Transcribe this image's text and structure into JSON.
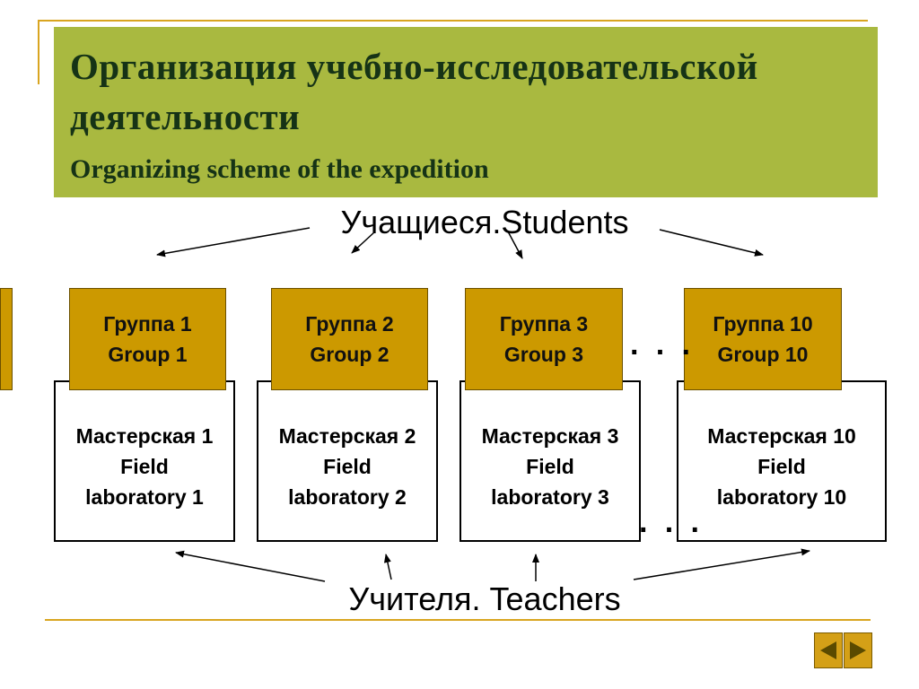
{
  "title": {
    "main": "Организация учебно-исследовательской деятельности",
    "subtitle": "Organizing scheme of the expedition"
  },
  "students_label": "Учащиеся.Students",
  "teachers_label": "Учителя. Teachers",
  "groups": [
    {
      "line1": "Группа 1",
      "line2": "Group 1",
      "lab1": "Мастерская 1",
      "lab2": "Field",
      "lab3": "laboratory 1"
    },
    {
      "line1": "Группа 2",
      "line2": "Group 2",
      "lab1": "Мастерская 2",
      "lab2": "Field",
      "lab3": "laboratory 2"
    },
    {
      "line1": "Группа 3",
      "line2": "Group 3",
      "lab1": "Мастерская 3",
      "lab2": "Field",
      "lab3": "laboratory 3"
    },
    {
      "line1": "Группа 10",
      "line2": "Group 10",
      "lab1": "Мастерская 10",
      "lab2": "Field",
      "lab3": "laboratory 10"
    }
  ],
  "ellipsis": "· · ·",
  "colors": {
    "title_band": "#a9b940",
    "title_text": "#163316",
    "group_fill": "#cc9900",
    "accent_line": "#d9a520"
  },
  "nav": {
    "prev_icon": "triangle-left-icon",
    "next_icon": "triangle-right-icon"
  }
}
